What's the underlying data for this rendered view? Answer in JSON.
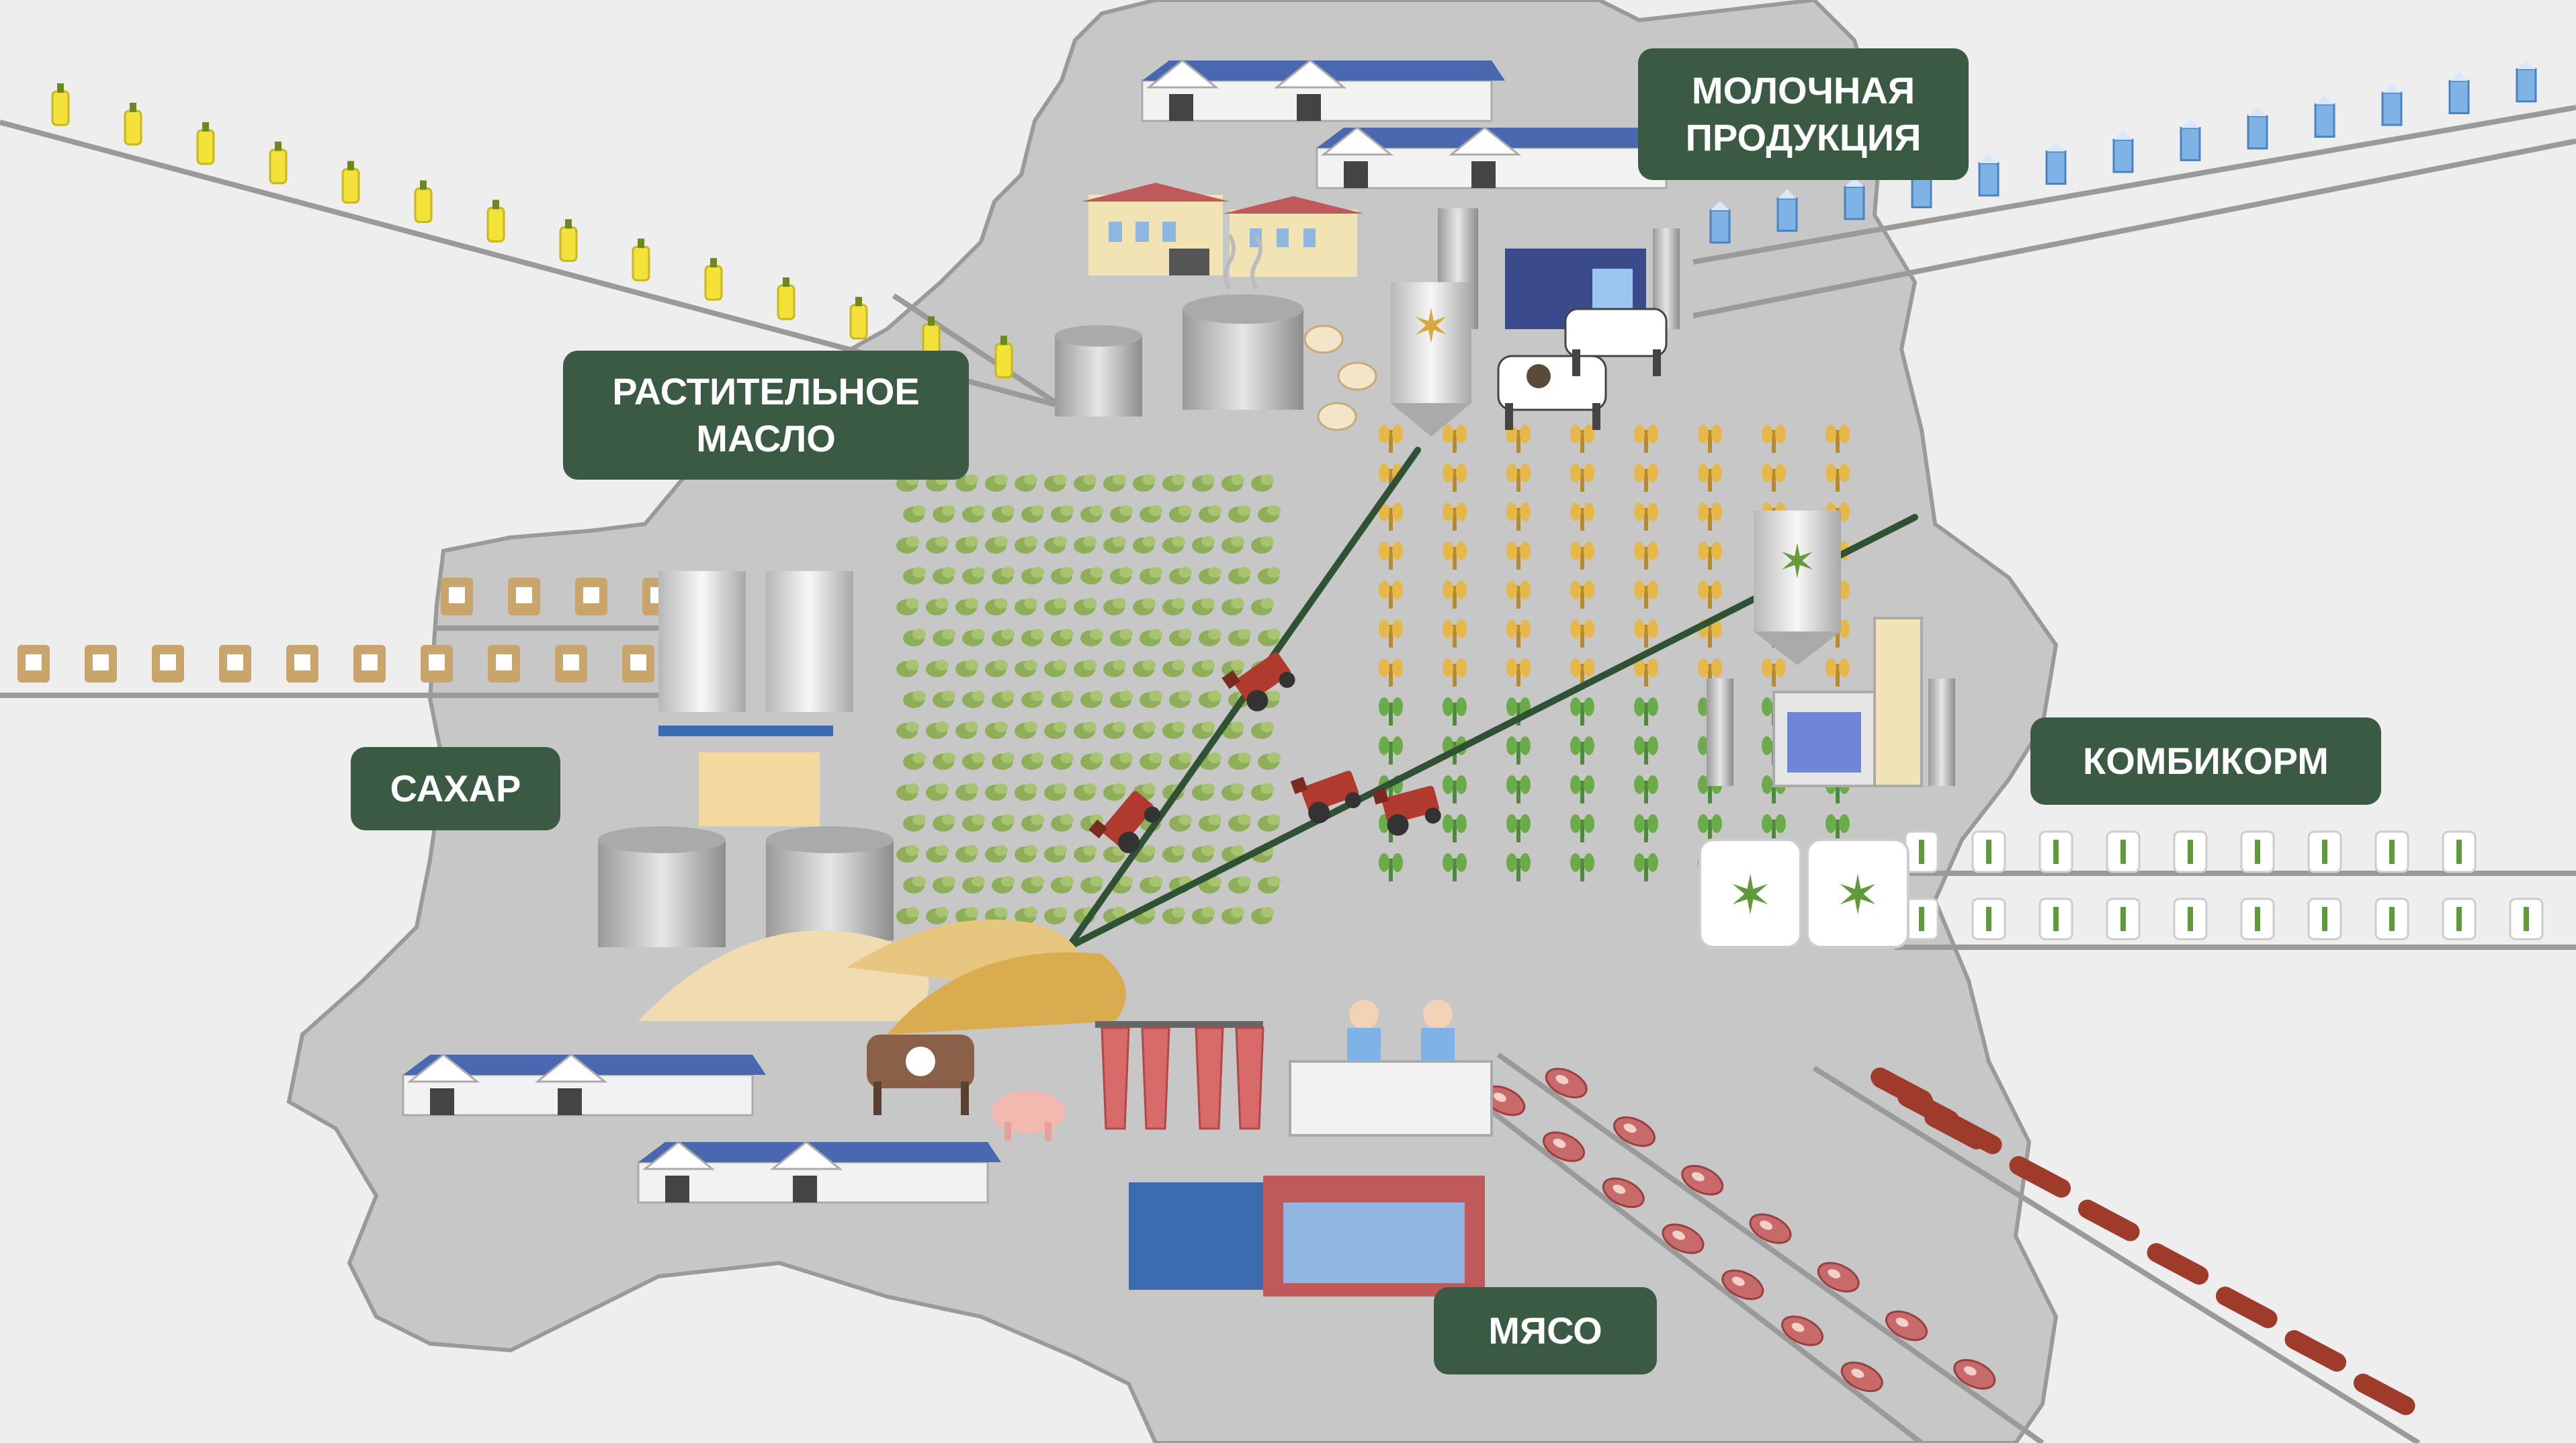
{
  "labels": {
    "dairy": [
      "МОЛОЧНАЯ",
      "ПРОДУКЦИЯ"
    ],
    "oil": [
      "РАСТИТЕЛЬНОЕ",
      "МАСЛО"
    ],
    "sugar": "САХАР",
    "feed": "КОМБИКОРМ",
    "meat": "МЯСО"
  },
  "colors": {
    "background": "#eeeeee",
    "map": "#c7c7c7",
    "map_outline": "#9a9a9a",
    "label_bg": "#3b5a44",
    "label_text": "#ffffff",
    "field_line": "#2e5233",
    "oil_bottle": "#f2e23a",
    "milk_carton": "#7fb2e5",
    "sugar_bag": "#c9a56b",
    "feed_bag": "#ffffff",
    "meat": "#c96a6a",
    "sausage": "#9e3b2b"
  },
  "icons": {
    "conveyor_oil": "oil-bottle-icon",
    "conveyor_milk": "milk-carton-icon",
    "conveyor_sugar": "sugar-bag-icon",
    "conveyor_feed": "feed-bag-icon",
    "conveyor_meat": "meat-steak-icon",
    "conveyor_sausage": "sausage-icon",
    "farm": "barn-icon",
    "silo": "silo-icon",
    "tank": "tank-icon",
    "tractor": "tractor-icon",
    "cow": "cow-icon",
    "pig": "pig-icon",
    "chicken": "chicken-icon",
    "factory": "factory-icon",
    "carcass": "carcass-icon",
    "worker": "worker-icon",
    "grain_pile": "grain-pile-icon",
    "crop": "crop-icon"
  }
}
